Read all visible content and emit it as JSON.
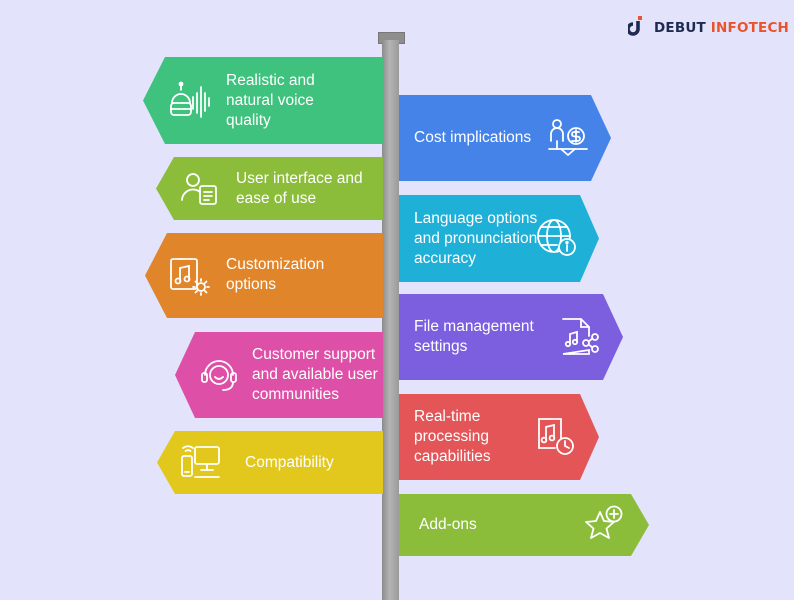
{
  "brand": {
    "name_part1": "DEBUT",
    "name_part2": "INFOTECH",
    "colors": {
      "dark": "#1f2a50",
      "accent": "#e8542c"
    }
  },
  "left_signs": [
    {
      "label": "Realistic and natural voice quality",
      "icon": "voice-robot-icon",
      "color": "#3ec27d"
    },
    {
      "label": "User interface and ease of use",
      "icon": "user-interface-icon",
      "color": "#8bbd3b"
    },
    {
      "label": "Customization options",
      "icon": "customization-icon",
      "color": "#e1852b"
    },
    {
      "label": "Customer support and available user communities",
      "icon": "customer-support-icon",
      "color": "#de4fa7"
    },
    {
      "label": "Compatibility",
      "icon": "compatibility-icon",
      "color": "#e2c81c"
    }
  ],
  "right_signs": [
    {
      "label": "Cost implications",
      "icon": "cost-icon",
      "color": "#4583e8"
    },
    {
      "label": "Language options and pronunciation accuracy",
      "icon": "language-globe-icon",
      "color": "#1fb0d8"
    },
    {
      "label": "File management settings",
      "icon": "file-management-icon",
      "color": "#7b5fdf"
    },
    {
      "label": "Real-time processing capabilities",
      "icon": "realtime-processing-icon",
      "color": "#e35557"
    },
    {
      "label": "Add-ons",
      "icon": "add-ons-icon",
      "color": "#8bbd3b"
    }
  ]
}
